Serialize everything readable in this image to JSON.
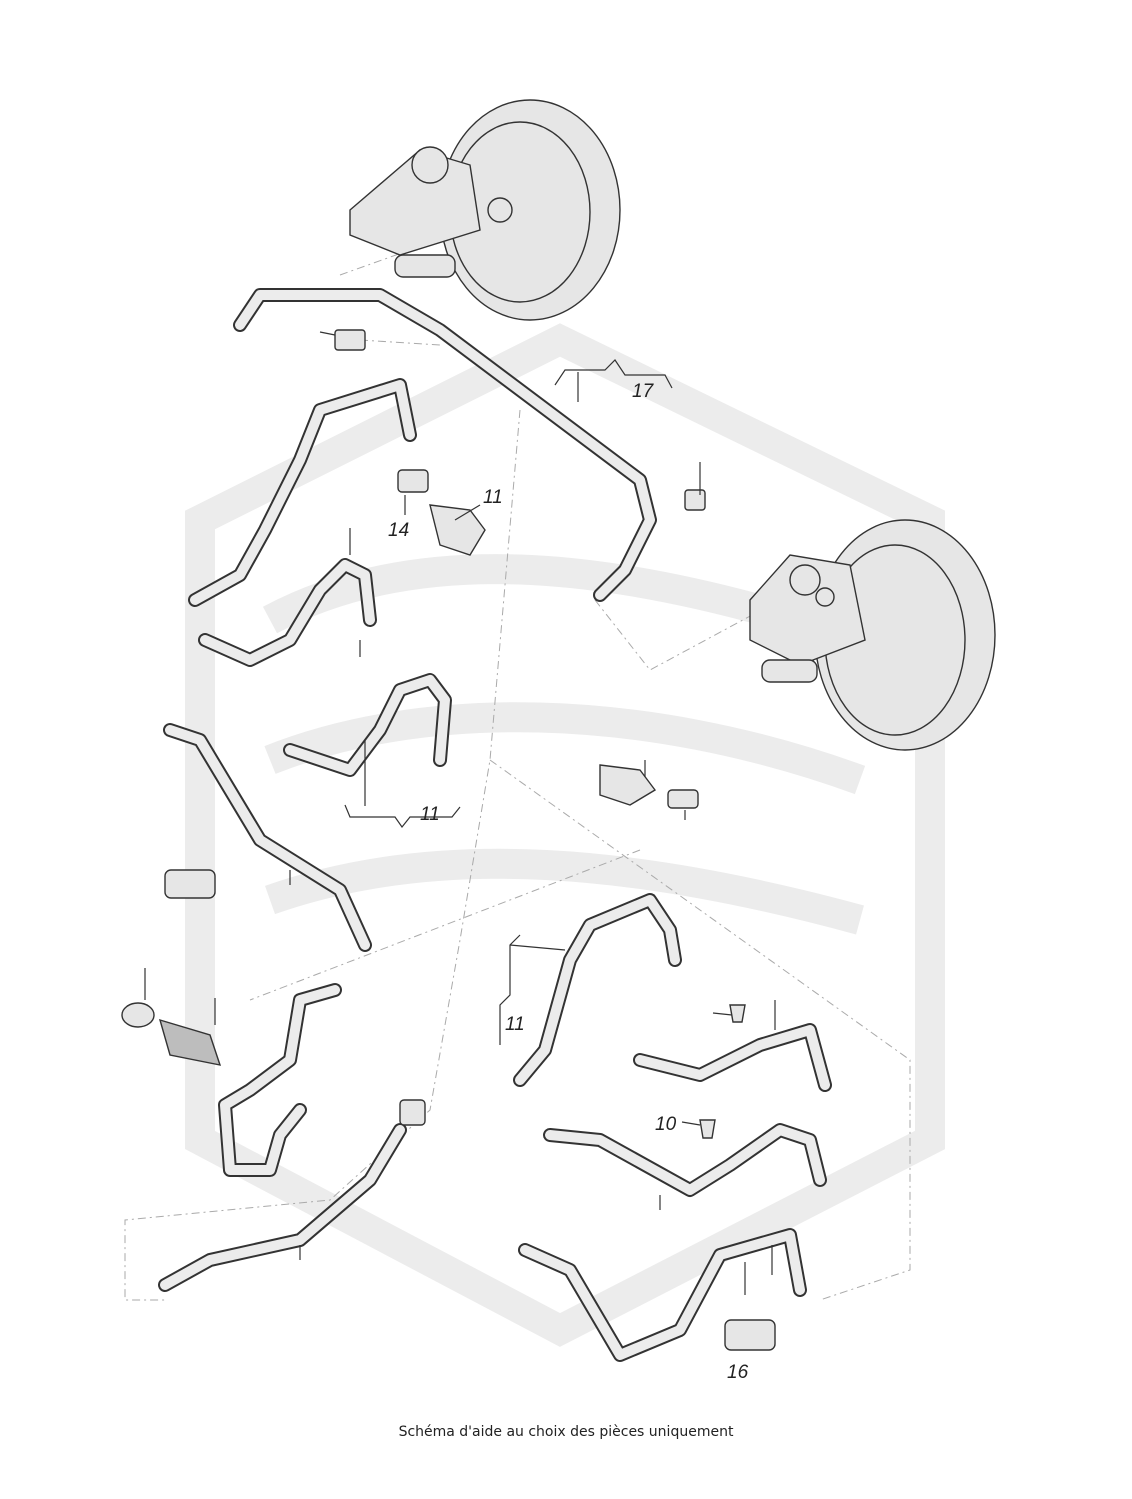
{
  "callouts": {
    "c17": "17",
    "c11_sensor": "11",
    "c14": "14",
    "c11_bracket_mid": "11",
    "c11_bracket_low": "11",
    "c10": "10",
    "c16": "16"
  },
  "footer": {
    "note": "Schéma d'aide au choix des pièces uniquement"
  },
  "colors": {
    "line": "#333333",
    "fill": "#e6e6e6",
    "watermark": "#ececec",
    "dashed": "#aaaaaa"
  }
}
